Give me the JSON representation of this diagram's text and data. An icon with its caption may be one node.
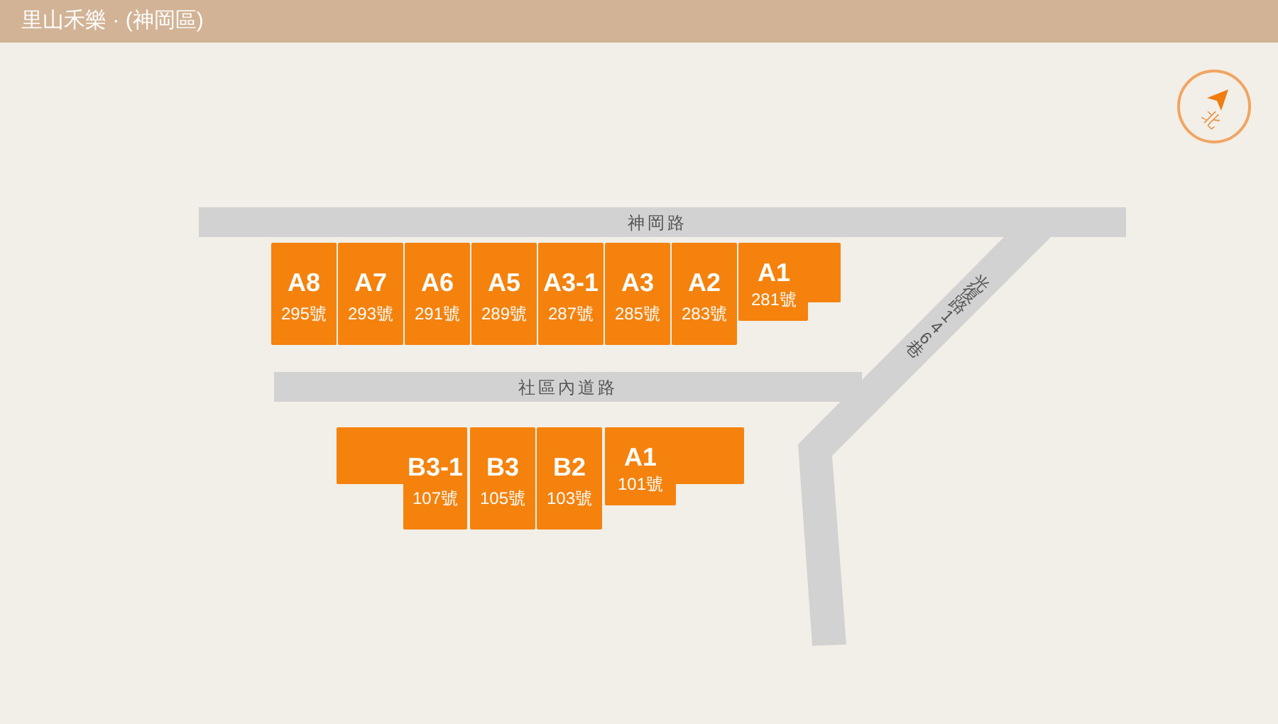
{
  "diagram": {
    "title": "里山禾樂 · (神岡區)",
    "nodes": [
      {
        "text": [
          "北"
        ]
      },
      {
        "text": [
          "神岡路"
        ]
      },
      {
        "text": [
          "A8",
          "295號"
        ]
      },
      {
        "text": [
          "A7",
          "293號"
        ]
      },
      {
        "text": [
          "A6",
          "291號"
        ]
      },
      {
        "text": [
          "A5",
          "289號"
        ]
      },
      {
        "text": [
          "A3-1",
          "287號"
        ]
      },
      {
        "text": [
          "A3",
          "285號"
        ]
      },
      {
        "text": [
          "A2",
          "283號"
        ]
      },
      {
        "text": [
          "A1",
          "281號"
        ]
      },
      {
        "text": [
          "光復路146巷"
        ]
      },
      {
        "text": [
          "社區內道路"
        ]
      },
      {
        "text": [
          "B3-1",
          "107號"
        ]
      },
      {
        "text": [
          "B3",
          "105號"
        ]
      },
      {
        "text": [
          "B2",
          "103號"
        ]
      },
      {
        "text": [
          "A1",
          "101號"
        ]
      }
    ]
  }
}
